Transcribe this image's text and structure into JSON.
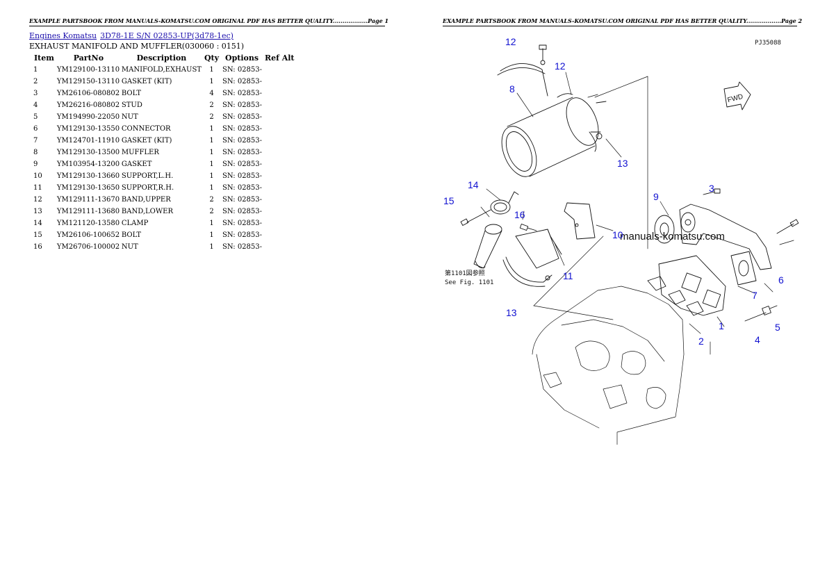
{
  "page1": {
    "header": "EXAMPLE PARTSBOOK FROM MANUALS-KOMATSU.COM ORIGINAL PDF HAS BETTER QUALITY..................Page 1",
    "breadcrumb": [
      {
        "label": "Engines Komatsu"
      },
      {
        "label": "3D78-1E S/N 02853-UP(3d78-1ec)"
      }
    ],
    "subtitle": "EXHAUST MANIFOLD AND MUFFLER(030060 : 0151)",
    "table": {
      "headers": [
        "Item",
        "PartNo",
        "Description",
        "Qty",
        "Options",
        "Ref Alt"
      ],
      "rows": [
        [
          "1",
          "YM129100-13110",
          "MANIFOLD,EXHAUST",
          "1",
          "SN: 02853-"
        ],
        [
          "2",
          "YM129150-13110",
          "GASKET (KIT)",
          "1",
          "SN: 02853-"
        ],
        [
          "3",
          "YM26106-080802",
          "BOLT",
          "4",
          "SN: 02853-"
        ],
        [
          "4",
          "YM26216-080802",
          "STUD",
          "2",
          "SN: 02853-"
        ],
        [
          "5",
          "YM194990-22050",
          "NUT",
          "2",
          "SN: 02853-"
        ],
        [
          "6",
          "YM129130-13550",
          "CONNECTOR",
          "1",
          "SN: 02853-"
        ],
        [
          "7",
          "YM124701-11910",
          "GASKET (KIT)",
          "1",
          "SN: 02853-"
        ],
        [
          "8",
          "YM129130-13500",
          "MUFFLER",
          "1",
          "SN: 02853-"
        ],
        [
          "9",
          "YM103954-13200",
          "GASKET",
          "1",
          "SN: 02853-"
        ],
        [
          "10",
          "YM129130-13660",
          "SUPPORT,L.H.",
          "1",
          "SN: 02853-"
        ],
        [
          "11",
          "YM129130-13650",
          "SUPPORT,R.H.",
          "1",
          "SN: 02853-"
        ],
        [
          "12",
          "YM129111-13670",
          "BAND,UPPER",
          "2",
          "SN: 02853-"
        ],
        [
          "13",
          "YM129111-13680",
          "BAND,LOWER",
          "2",
          "SN: 02853-"
        ],
        [
          "14",
          "YM121120-13580",
          "CLAMP",
          "1",
          "SN: 02853-"
        ],
        [
          "15",
          "YM26106-100652",
          "BOLT",
          "1",
          "SN: 02853-"
        ],
        [
          "16",
          "YM26706-100002",
          "NUT",
          "1",
          "SN: 02853-"
        ]
      ]
    }
  },
  "page2": {
    "header": "EXAMPLE PARTSBOOK FROM MANUALS-KOMATSU.COM ORIGINAL PDF HAS BETTER QUALITY..................Page 2",
    "diagram": {
      "code": "PJ35088",
      "fwd_label": "FWD",
      "watermark": "manuals-komatsu.com",
      "ref_note_jp": "第1101図参照",
      "ref_note_en": "See Fig. 1101",
      "callouts": [
        "12",
        "12",
        "8",
        "13",
        "14",
        "15",
        "16",
        "10",
        "9",
        "3",
        "11",
        "13",
        "7",
        "6",
        "1",
        "2",
        "4",
        "5"
      ]
    }
  }
}
